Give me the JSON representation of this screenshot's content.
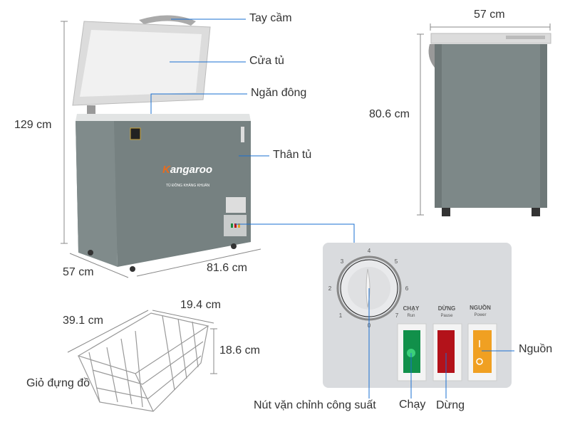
{
  "brand": {
    "logo_text": "Kangaroo",
    "tagline": "TỦ ĐÔNG KHÁNG KHUẨN"
  },
  "labels": {
    "handle": "Tay cầm",
    "door": "Cửa tủ",
    "freezer_compartment": "Ngăn đông",
    "body": "Thân tủ",
    "knob": "Nút vặn chỉnh công suất",
    "run": "Chạy",
    "pause": "Dừng",
    "power": "Nguồn",
    "basket": "Giỏ đựng đồ"
  },
  "dimensions": {
    "height": "129 cm",
    "depth": "57 cm",
    "width": "81.6 cm",
    "side_depth": "57 cm",
    "side_height": "80.6 cm",
    "basket_length": "39.1 cm",
    "basket_width": "19.4 cm",
    "basket_height": "18.6 cm"
  },
  "control_panel": {
    "dial_numbers": [
      "0",
      "1",
      "2",
      "3",
      "4",
      "5",
      "6",
      "7"
    ],
    "run_label": "CHẠY",
    "run_sub": "Run",
    "pause_label": "DỪNG",
    "pause_sub": "Pause",
    "power_label": "NGUỒN",
    "power_sub": "Power"
  },
  "colors": {
    "accent_line": "#1a6fd1",
    "body": "#7a8585",
    "run": "#11904a",
    "pause": "#b3121a",
    "power": "#f0a022"
  }
}
